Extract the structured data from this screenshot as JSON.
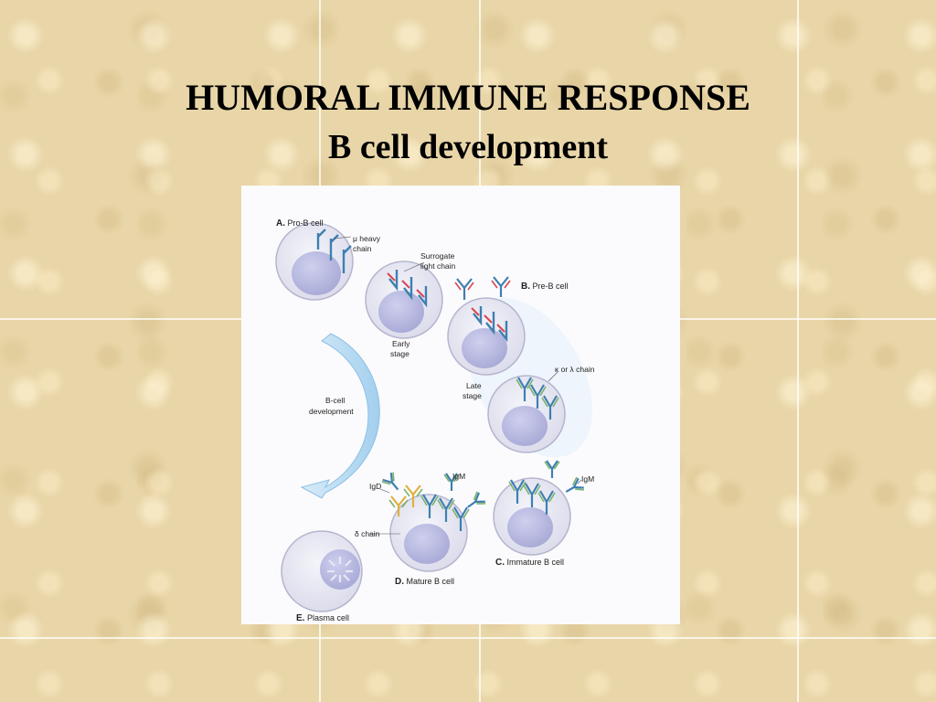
{
  "slide": {
    "title": "HUMORAL IMMUNE RESPONSE",
    "subtitle": "B cell development"
  },
  "figure": {
    "panels": [
      {
        "letter": "A.",
        "name": "Pro-B cell"
      },
      {
        "letter": "B.",
        "name": "Pre-B cell"
      },
      {
        "letter": "C.",
        "name": "Immature B cell"
      },
      {
        "letter": "D.",
        "name": "Mature B cell"
      },
      {
        "letter": "E.",
        "name": "Plasma cell"
      }
    ],
    "labels": {
      "mu_heavy_1": "μ heavy",
      "mu_heavy_2": "chain",
      "surrogate_1": "Surrogate",
      "surrogate_2": "light chain",
      "early_1": "Early",
      "early_2": "stage",
      "late_1": "Late",
      "late_2": "stage",
      "kappa_lambda": "κ or λ chain",
      "bcell_dev_1": "B-cell",
      "bcell_dev_2": "development",
      "igd": "IgD",
      "igm_d": "IgM",
      "igm_c": "IgM",
      "delta_chain": "δ chain"
    },
    "colors": {
      "heavy_chain": "#3f7fb0",
      "surrogate": "#d9434f",
      "light_chain": "#7bb36a",
      "delta": "#e0b040",
      "cell_membrane": "#a8a8c8",
      "nucleus": "#b4b6dc",
      "arrow": "#a9d3ee"
    }
  }
}
